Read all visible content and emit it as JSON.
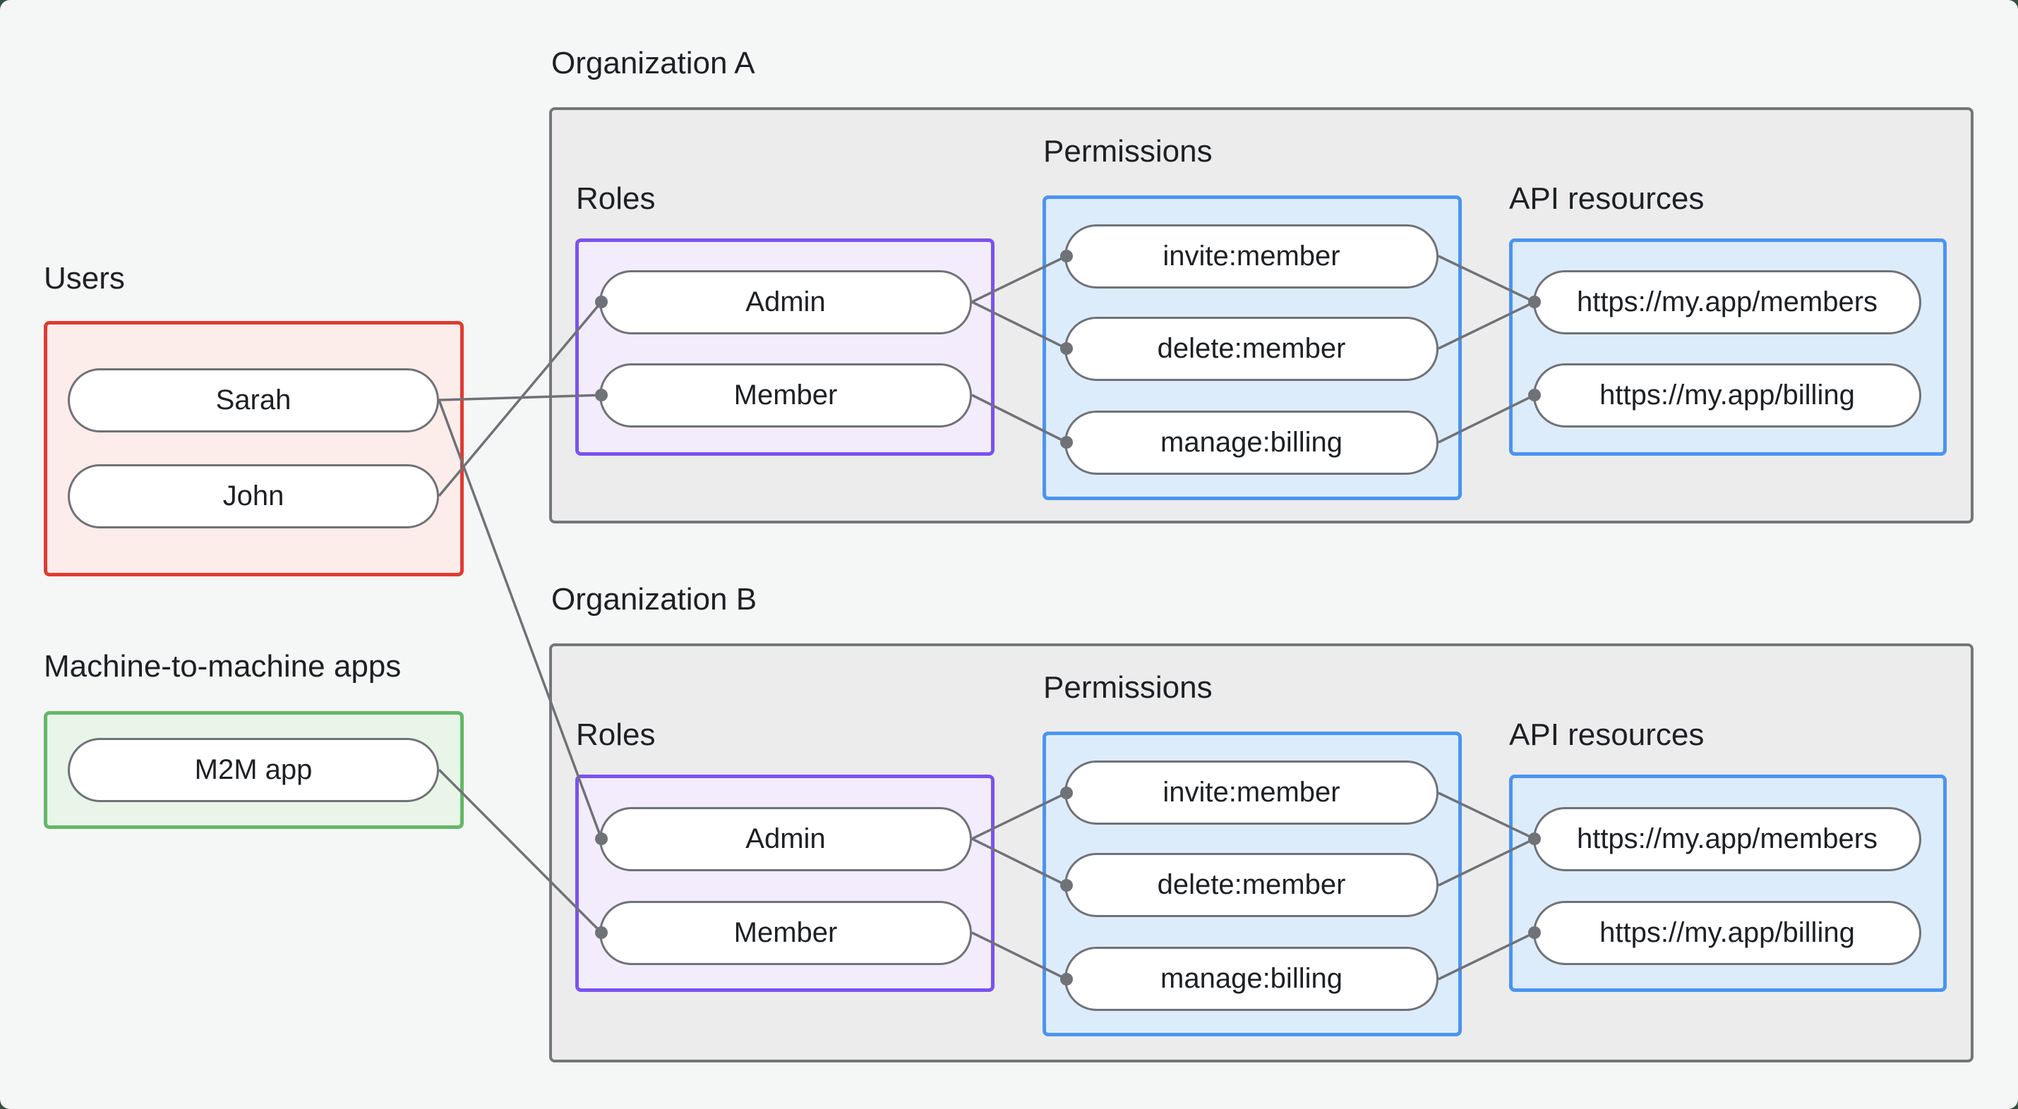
{
  "colors": {
    "background": "#f5f6f6",
    "users_border": "#e03b32",
    "m2m_border": "#64b768",
    "org_border": "#74777a",
    "roles_border": "#7a52f0",
    "permissions_border": "#4a94f2",
    "connector": "#6f7276",
    "text": "#1d2024"
  },
  "users_group": {
    "label": "Users",
    "items": [
      "Sarah",
      "John"
    ]
  },
  "m2m_group": {
    "label": "Machine-to-machine apps",
    "items": [
      "M2M app"
    ]
  },
  "organizations": [
    {
      "label": "Organization A",
      "roles_label": "Roles",
      "roles": [
        "Admin",
        "Member"
      ],
      "permissions_label": "Permissions",
      "permissions": [
        "invite:member",
        "delete:member",
        "manage:billing"
      ],
      "api_label": "API resources",
      "api_resources": [
        "https://my.app/members",
        "https://my.app/billing"
      ]
    },
    {
      "label": "Organization B",
      "roles_label": "Roles",
      "roles": [
        "Admin",
        "Member"
      ],
      "permissions_label": "Permissions",
      "permissions": [
        "invite:member",
        "delete:member",
        "manage:billing"
      ],
      "api_label": "API resources",
      "api_resources": [
        "https://my.app/members",
        "https://my.app/billing"
      ]
    }
  ],
  "edges": [
    {
      "from": "Sarah",
      "to": "Organization A / Member"
    },
    {
      "from": "John",
      "to": "Organization A / Admin"
    },
    {
      "from": "Sarah",
      "to": "Organization B / Admin"
    },
    {
      "from": "M2M app",
      "to": "Organization B / Member"
    },
    {
      "from": "Organization A / Admin",
      "to": "Organization A / invite:member"
    },
    {
      "from": "Organization A / Admin",
      "to": "Organization A / delete:member"
    },
    {
      "from": "Organization A / Member",
      "to": "Organization A / manage:billing"
    },
    {
      "from": "Organization A / invite:member",
      "to": "Organization A / https://my.app/members"
    },
    {
      "from": "Organization A / delete:member",
      "to": "Organization A / https://my.app/members"
    },
    {
      "from": "Organization A / manage:billing",
      "to": "Organization A / https://my.app/billing"
    },
    {
      "from": "Organization B / Admin",
      "to": "Organization B / invite:member"
    },
    {
      "from": "Organization B / Admin",
      "to": "Organization B / delete:member"
    },
    {
      "from": "Organization B / Member",
      "to": "Organization B / manage:billing"
    },
    {
      "from": "Organization B / invite:member",
      "to": "Organization B / https://my.app/members"
    },
    {
      "from": "Organization B / delete:member",
      "to": "Organization B / https://my.app/members"
    },
    {
      "from": "Organization B / manage:billing",
      "to": "Organization B / https://my.app/billing"
    }
  ]
}
